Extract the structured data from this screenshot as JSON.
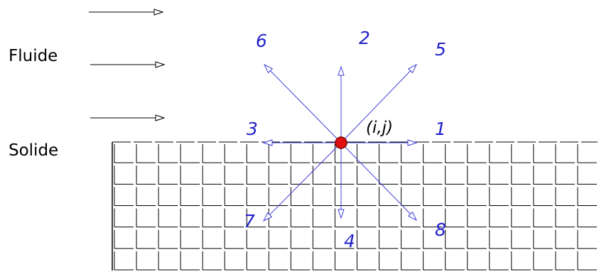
{
  "labels": {
    "fluid": "Fluide",
    "solid": "Solide",
    "node": "(i,j)"
  },
  "directions": [
    {
      "id": 1,
      "label": "1"
    },
    {
      "id": 2,
      "label": "2"
    },
    {
      "id": 3,
      "label": "3"
    },
    {
      "id": 4,
      "label": "4"
    },
    {
      "id": 5,
      "label": "5"
    },
    {
      "id": 6,
      "label": "6"
    },
    {
      "id": 7,
      "label": "7"
    },
    {
      "id": 8,
      "label": "8"
    }
  ],
  "colors": {
    "vector": "#3f3fd8",
    "label_blue": "#2222cc",
    "node_fill": "#e01010",
    "node_stroke": "#7a0000",
    "grid": "#000000",
    "flow_arrow": "#000000"
  },
  "grid": {
    "columns": 22,
    "rows": 6
  }
}
